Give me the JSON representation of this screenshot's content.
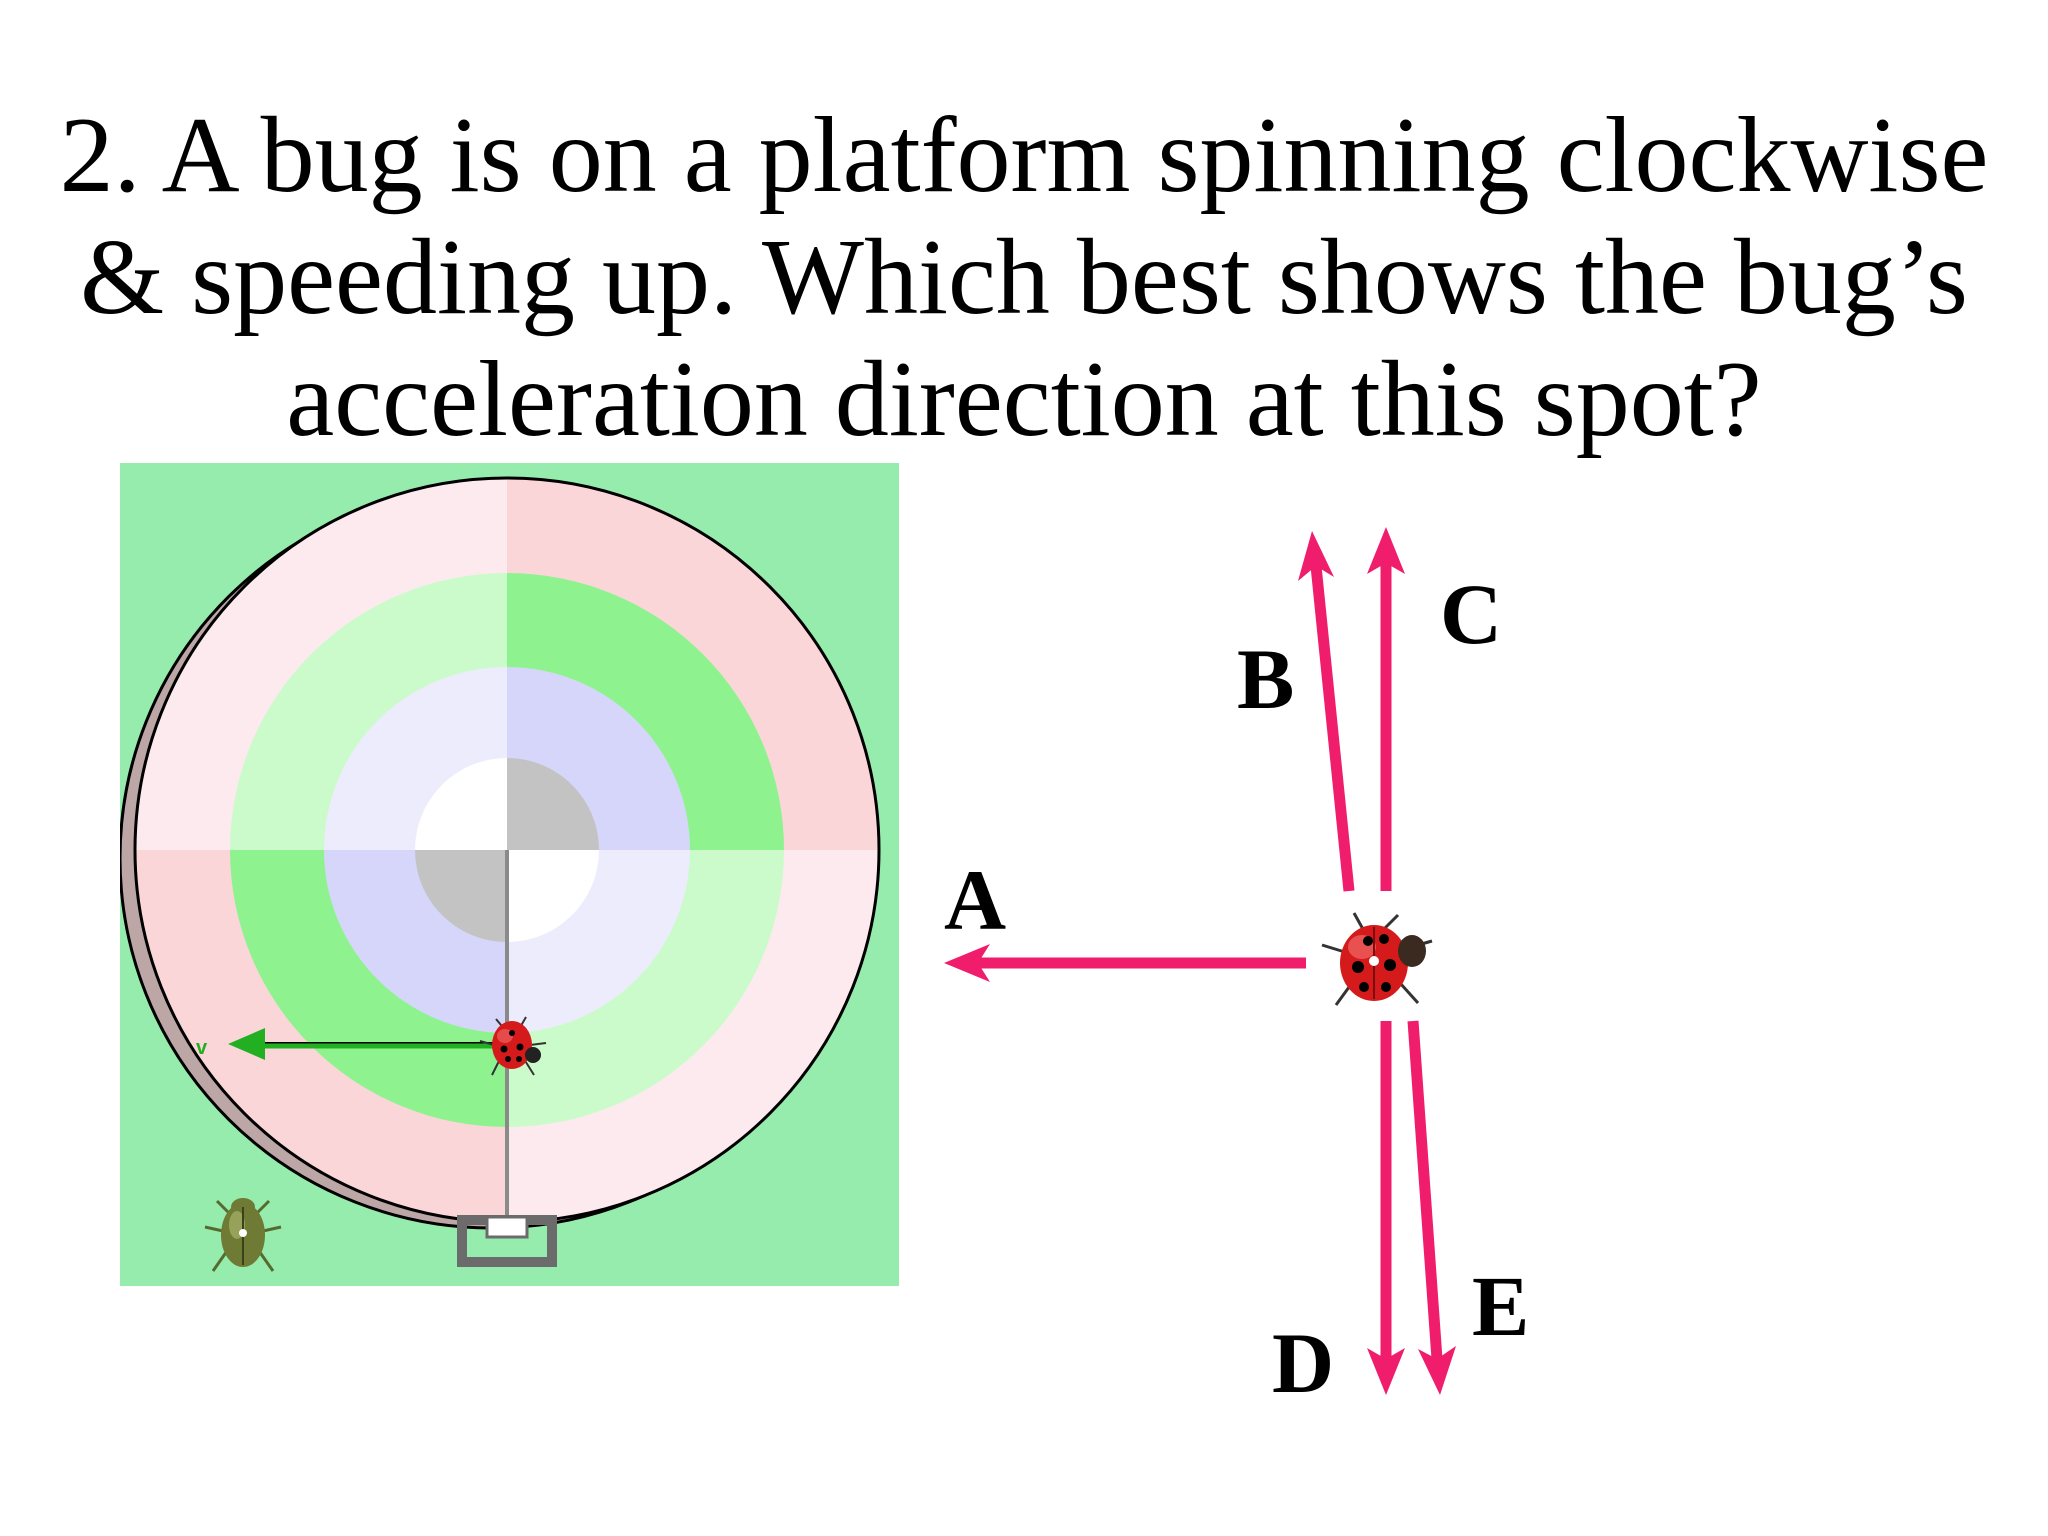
{
  "question": {
    "lines": [
      "2. A bug is on a platform spinning clockwise",
      "& speeding up. Which best shows the bug’s",
      "acceleration direction at this spot?"
    ]
  },
  "simulation": {
    "velocity_label": "v",
    "colors": {
      "background": "#96ecad",
      "ring_outer_light": "#fdeaee",
      "ring_outer_dark": "#fbd6d8",
      "ring_green_light": "#cbfbcb",
      "ring_green_dark": "#8ef38e",
      "ring_blue_light": "#ececfc",
      "ring_blue_dark": "#d6d6fa",
      "center_light": "#ffffff",
      "center_dark": "#c3c3c3",
      "velocity_arrow": "#22b022"
    }
  },
  "answers": {
    "options": [
      {
        "label": "A",
        "direction": "left"
      },
      {
        "label": "B",
        "direction": "up, tilted slightly left"
      },
      {
        "label": "C",
        "direction": "up"
      },
      {
        "label": "D",
        "direction": "down"
      },
      {
        "label": "E",
        "direction": "down, tilted slightly right"
      }
    ],
    "arrow_color": "#f01d6c"
  }
}
